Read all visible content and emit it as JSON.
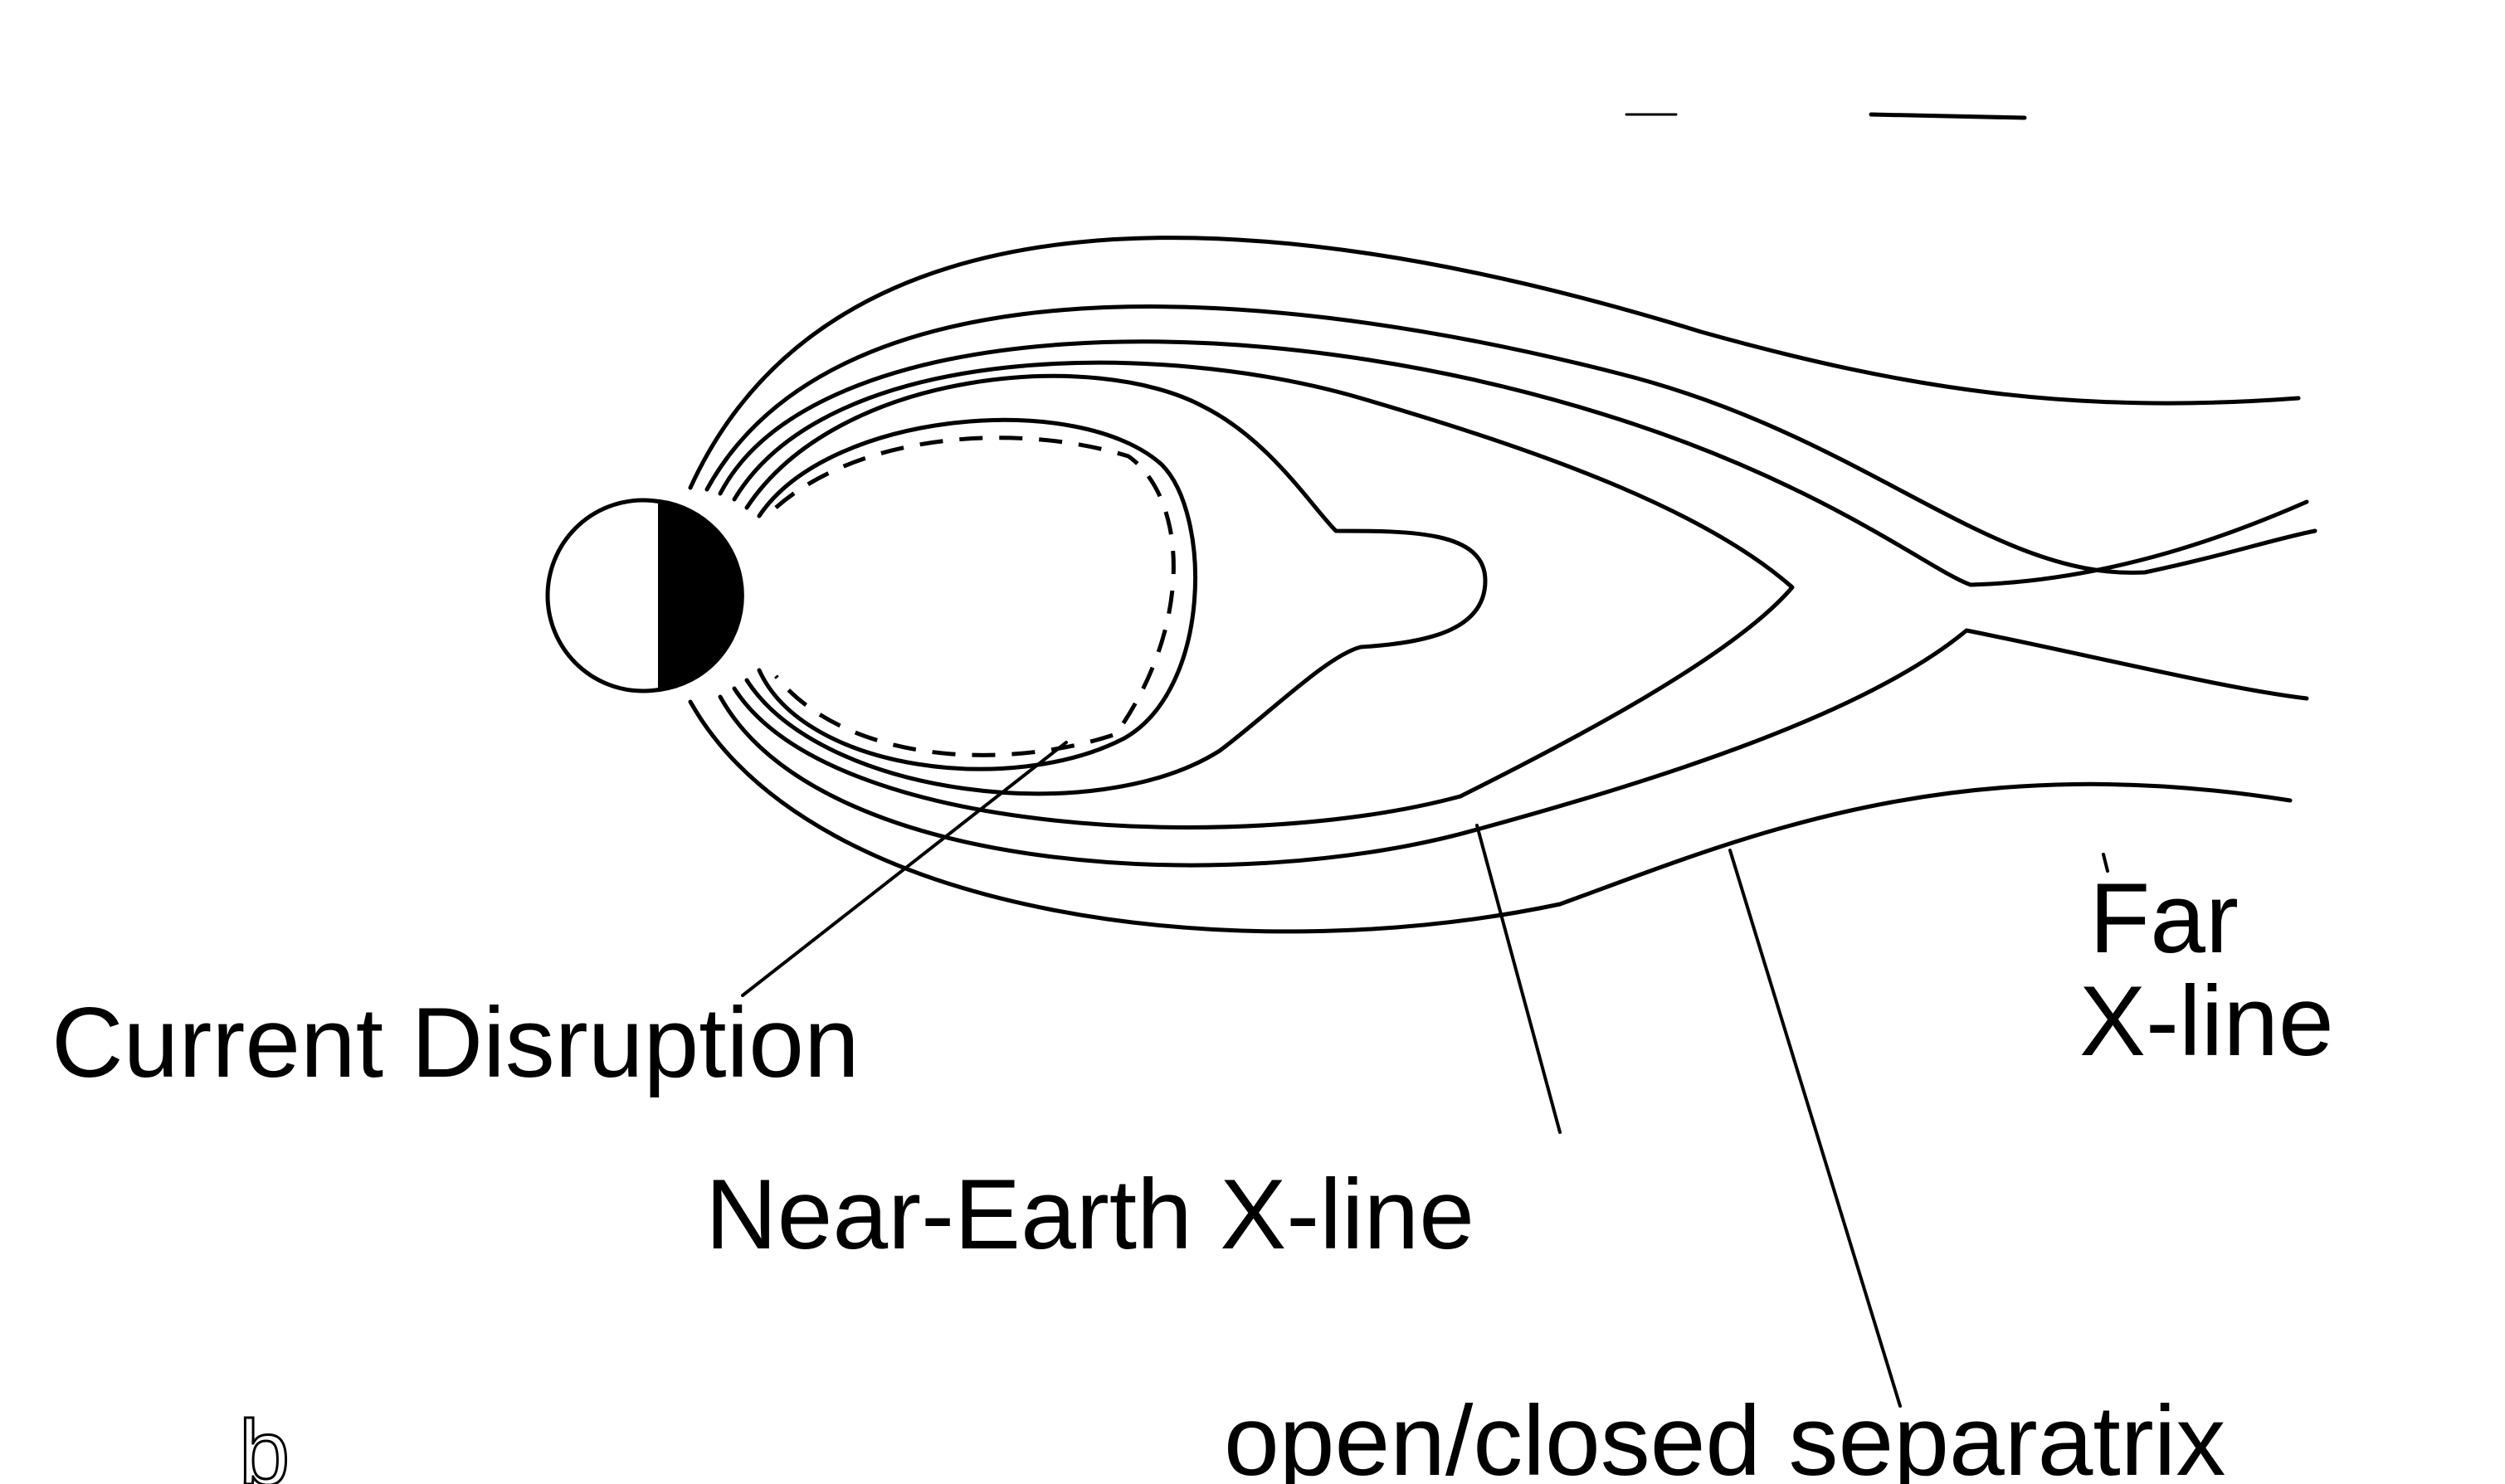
{
  "labels": {
    "current_disruption": "Current Disruption",
    "near_earth_x_line": "Near-Earth X-line",
    "far": "Far",
    "far_x_line": "X-line",
    "separatrix": "open/closed separatrix",
    "panel_letter": "b"
  },
  "colors": {
    "ink": "#000000",
    "background": "#ffffff"
  }
}
